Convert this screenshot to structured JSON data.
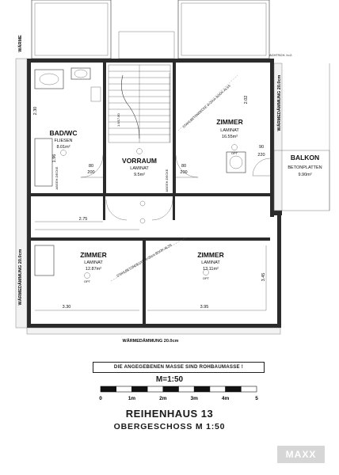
{
  "rooms": {
    "bad": {
      "name": "BAD/WC",
      "floor": "FLIESEN",
      "area": "8.01m²"
    },
    "vorraum": {
      "name": "VORRAUM",
      "floor": "LAMINAT",
      "area": "9.5m²"
    },
    "zimmer_ne": {
      "name": "ZIMMER",
      "floor": "LAMINAT",
      "area": "16.55m²"
    },
    "balkon": {
      "name": "BALKON",
      "floor": "BETONPLATTEN",
      "area": "9.90m²"
    },
    "zimmer_sw": {
      "name": "ZIMMER",
      "floor": "LAMINAT",
      "area": "12.87m²"
    },
    "zimmer_se": {
      "name": "ZIMMER",
      "floor": "LAMINAT",
      "area": "13.11m²"
    }
  },
  "labels": {
    "insulation_bottom": "WÄRMEDÄMMUNG 20.0cm",
    "insulation_left": "WÄRMEDÄMMUNG 20.0cm",
    "insulation_right": "WÄRMEDÄMMUNG 20.0cm",
    "insulation_top_left": "WÄRME",
    "abgehaengte_decke": "ABGEH.DECKE",
    "abgehaengte_decke2": "ABGEH.DECKE",
    "slab_note_top": "STAHLBETONDECKE d=20cm BOOK-ALSS",
    "slab_note_mid": "STAHLBETONDECKE d=20cm BOOK-ALSS",
    "stair": "1.5/17.80",
    "corner_note": "ACHTSCH. h=2.",
    "opt_a": "OPT",
    "opt_b": "OPT",
    "opt_c": "OPT"
  },
  "dimensions": {
    "d_230": "2.30",
    "d_275": "2.75",
    "d_330": "3.30",
    "d_395": "3.95",
    "d_345": "3.45",
    "d_202": "2.02",
    "d_196": "1.96",
    "door_80": "80",
    "door_200": "200",
    "door_90": "90",
    "door_220": "220"
  },
  "notes": {
    "dimension_note": "DIE ANGEGEBENEN MASSE SIND ROHBAUMASSE !"
  },
  "scale": {
    "title": "M=1:50",
    "ticks": [
      "0",
      "1m",
      "2m",
      "3m",
      "4m",
      "5"
    ]
  },
  "title": {
    "line1": "REIHENHAUS 13",
    "line2": "OBERGESCHOSS  M 1:50"
  },
  "brand": {
    "logo": "MAXX"
  }
}
